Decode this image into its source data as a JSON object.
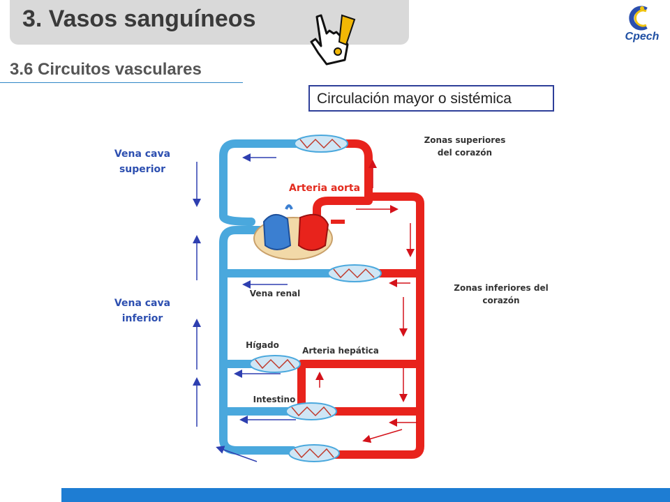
{
  "header": {
    "title": "3. Vasos sanguíneos",
    "subtitle": "3.6 Circuitos vasculares"
  },
  "boxed_label": "Circulación mayor o sistémica",
  "logo": {
    "text": "Cpech",
    "icon": "cpech-logo-icon"
  },
  "hand_icon": "pointing-hand-exclamation-icon",
  "labels": {
    "vena_cava_superior": "Vena cava superior",
    "vena_cava_inferior": "Vena cava inferior",
    "arteria_aorta": "Arteria aorta",
    "zonas_superiores": "Zonas superiores del corazón",
    "zonas_inferiores": "Zonas inferiores del corazón",
    "vena_renal": "Vena renal",
    "higado": "Hígado",
    "arteria_hepatica": "Arteria hepática",
    "intestino": "Intestino"
  },
  "colors": {
    "vein": "#4aa8dd",
    "artery": "#e8231c",
    "arrow_blue": "#2e3fb0",
    "arrow_red": "#d4121a",
    "accent_footer": "#1e7dd3"
  }
}
